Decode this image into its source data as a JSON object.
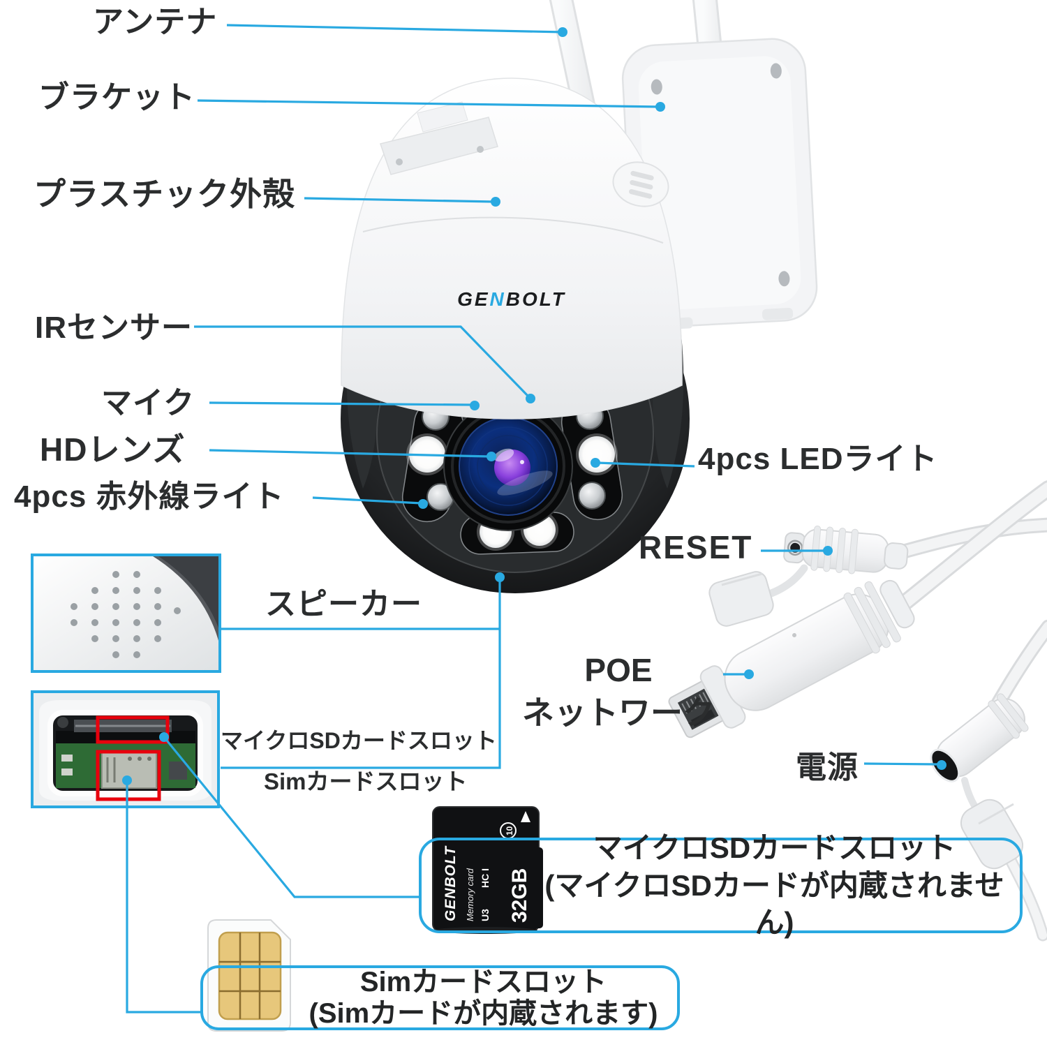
{
  "colors": {
    "accent": "#29a9e1",
    "label_text": "#2b2d2e",
    "highlight_red": "#e8000d",
    "camera_body": "#f4f5f6",
    "camera_face": "#1a1c1e"
  },
  "brand": {
    "logo_ge": "GE",
    "logo_n": "N",
    "logo_bolt": "BOLT"
  },
  "labels": {
    "antenna": "アンテナ",
    "bracket": "ブラケット",
    "plastic_shell": "プラスチック外殻",
    "ir_sensor": "IRセンサー",
    "mic": "マイク",
    "hd_lens": "HDレンズ",
    "ir_lights": "4pcs 赤外線ライト",
    "led_lights": "4pcs LEDライト",
    "reset": "RESET",
    "speaker": "スピーカー",
    "poe_line1": "POE",
    "poe_line2": "ネットワーク",
    "sd_slot": "マイクロSDカードスロット",
    "sim_slot": "Simカードスロット",
    "power": "電源"
  },
  "callouts": {
    "sd_box": {
      "line1": "マイクロSDカードスロット",
      "line2": "(マイクロSDカードが内蔵されません)"
    },
    "sim_box": {
      "line1": "Simカードスロット",
      "line2": "(Simカードが内蔵されます)"
    }
  },
  "sd_card": {
    "brand": "GENBOLT",
    "label": "Memory card",
    "speed_class": "U3",
    "bus_mark": "HC I",
    "class_mark": "10",
    "capacity": "32GB"
  }
}
